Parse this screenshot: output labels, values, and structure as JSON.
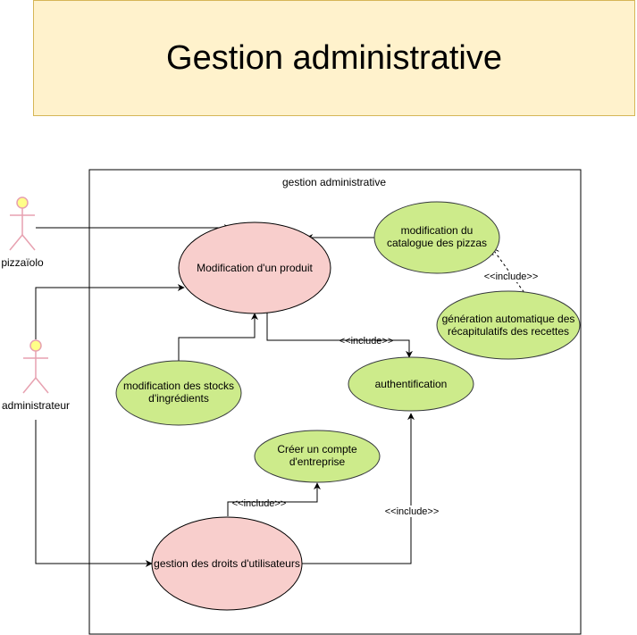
{
  "title": "Gestion administrative",
  "system": {
    "label": "gestion administrative"
  },
  "actors": {
    "pizzaiolo": "pizzaïolo",
    "administrateur": "administrateur"
  },
  "use_cases": {
    "modification_produit": [
      "Modification d'un produit"
    ],
    "modification_catalogue": [
      "modification du",
      "catalogue des pizzas"
    ],
    "generation_recapitulatifs": [
      "génération automatique des",
      "récapitulatifs des recettes"
    ],
    "modification_stocks": [
      "modification des stocks",
      "d'ingrédients"
    ],
    "authentification": [
      "authentification"
    ],
    "creer_compte": [
      "Créer un compte",
      "d'entreprise"
    ],
    "gestion_droits": [
      "gestion des droits d'utilisateurs"
    ]
  },
  "relations": {
    "include_label": "<<include>>"
  },
  "colors": {
    "title_fill": "#fff2cc",
    "title_stroke": "#d6b656",
    "pink_fill": "#f8cecc",
    "pink_stroke": "#000000",
    "green_fill": "#cdeb8b",
    "green_stroke": "#36393d",
    "actor_head": "#ffff88",
    "actor_stroke": "#e7a1b0"
  }
}
